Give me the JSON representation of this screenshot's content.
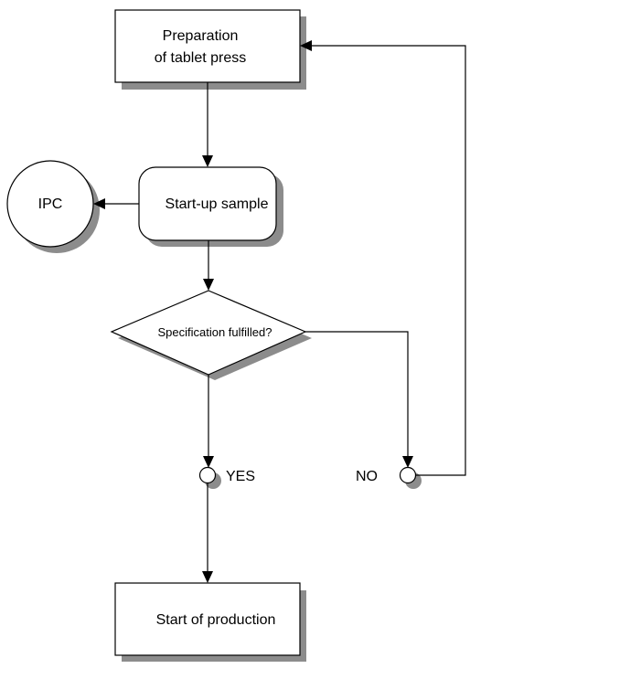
{
  "diagram": {
    "nodes": {
      "preparation": {
        "line1": "Preparation",
        "line2": "of tablet press"
      },
      "startup_sample": {
        "label": "Start-up sample"
      },
      "ipc": {
        "label": "IPC"
      },
      "decision": {
        "label": "Specification fulfilled?"
      },
      "yes": {
        "label": "YES"
      },
      "no": {
        "label": "NO"
      },
      "start_production": {
        "label": "Start of production"
      }
    }
  }
}
